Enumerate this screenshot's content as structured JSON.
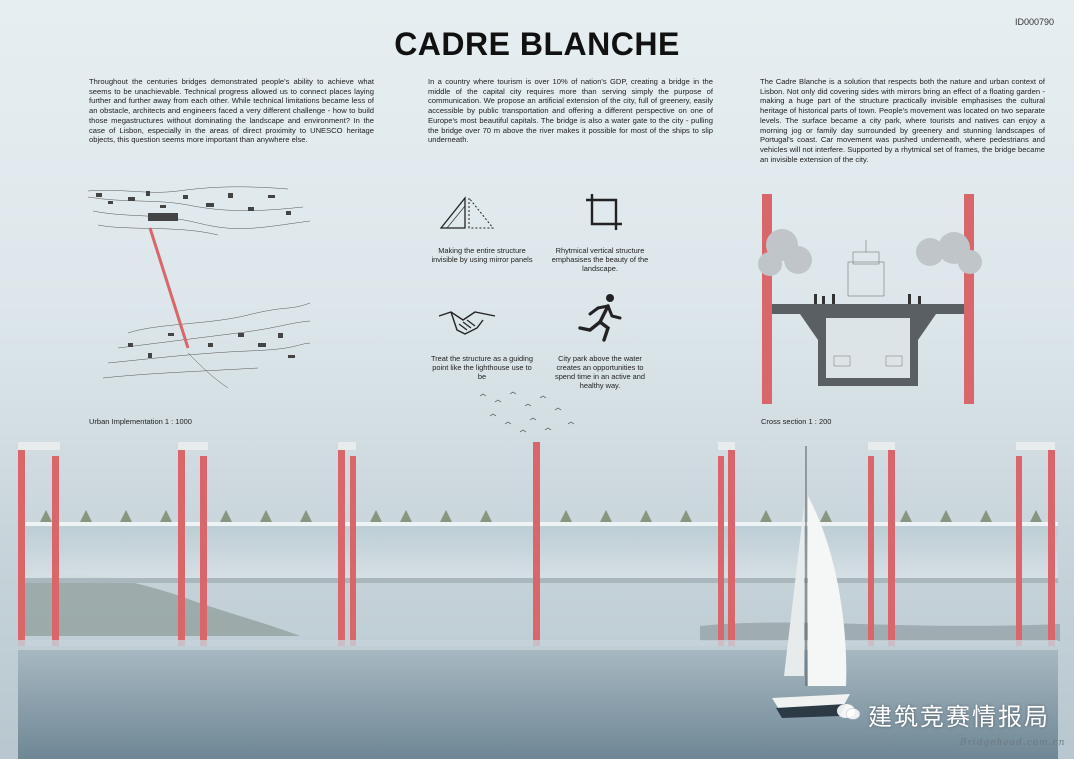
{
  "header": {
    "id": "ID000790",
    "title": "CADRE BLANCHE"
  },
  "paragraphs": [
    "Throughout the centuries bridges demonstrated people's ability to achieve what seems to be unachievable. Technical progress allowed us to connect places laying further and further away from each other. While technical limitations became less of an obstacle, architects and engineers faced a very different challenge - how to build those megastructures without dominating the landscape and environment? In the case of Lisbon, especially in the areas of direct proximity to UNESCO heritage objects, this question seems more important than anywhere else.",
    "In a country where tourism is over 10% of nation's GDP, creating a bridge in the middle of the capital city requires more than serving simply the purpose of communication. We propose an artificial extension of the city, full of greenery, easily accessible by public transportation and offering a different perspective on one of Europe's most beautiful capitals. The bridge is also a water gate to the city - pulling the bridge over 70 m above the river makes it possible for most of the ships to slip underneath.",
    "The Cadre Blanche is a solution that respects both the nature and urban context of Lisbon. Not only did covering sides with mirrors bring an effect of a floating garden - making a huge part of the structure practically invisible emphasises the cultural heritage of historical parts of town. People's movement was located on two separate levels. The surface became a city park, where tourists and natives can enjoy a morning jog or family day surrounded by greenery and stunning landscapes of Portugal's coast. Car movement was pushed underneath, where pedestrians and vehicles will not interfere. Supported by a rhytmical set of frames, the bridge became an invisible extension of the city."
  ],
  "icons": [
    {
      "name": "mirror-triangle-icon",
      "caption": "Making the entire structure invisible by using mirror panels"
    },
    {
      "name": "crop-frame-icon",
      "caption": "Rhytmical vertical structure emphasises the beauty of the landscape."
    },
    {
      "name": "handshake-icon",
      "caption": "Treat the structure as a guiding point like the lighthouse use to be"
    },
    {
      "name": "runner-icon",
      "caption": "City park above the water creates an opportunities to spend time in an active and healthy way."
    }
  ],
  "captions": {
    "urban": "Urban Implementation 1 : 1000",
    "section": "Cross section 1 : 200"
  },
  "watermark": {
    "text": "建筑竞赛情报局",
    "url": "Bridgehead.com.cn"
  },
  "colors": {
    "frame_red": "#d9666a",
    "water": "#7f97a4",
    "text": "#222222"
  }
}
